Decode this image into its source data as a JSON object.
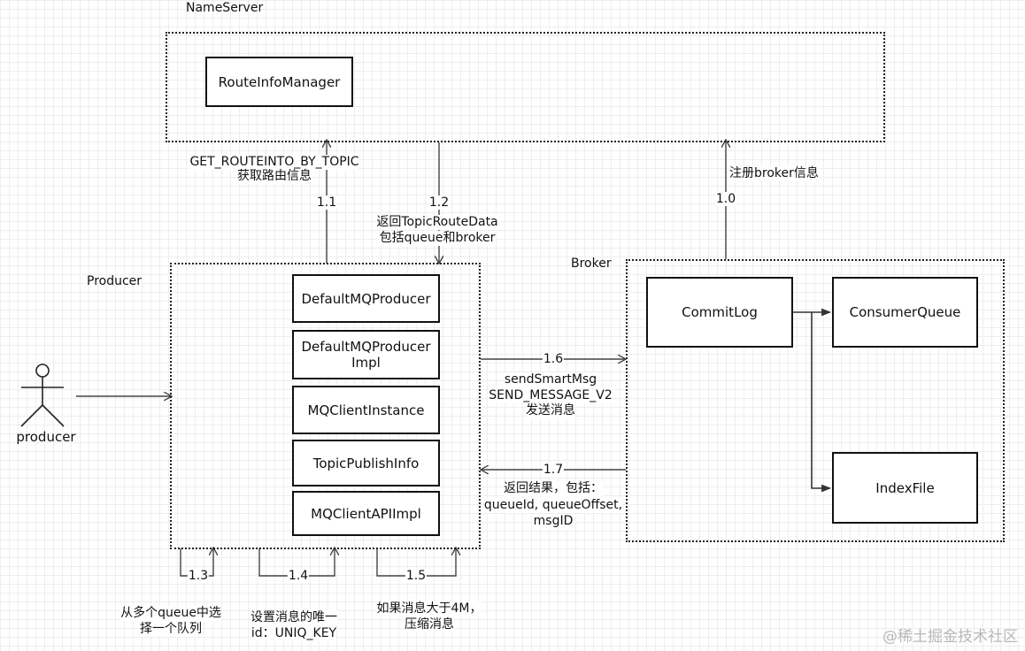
{
  "nameserver": {
    "title": "NameServer",
    "route_info_manager": "RouteInfoManager"
  },
  "producer": {
    "title": "Producer",
    "components": [
      "DefaultMQProducer",
      "DefaultMQProducer Impl",
      "MQClientInstance",
      "TopicPublishInfo",
      "MQClientAPIImpl"
    ]
  },
  "broker": {
    "title": "Broker",
    "commitlog": "CommitLog",
    "consumer_queue": "ConsumerQueue",
    "index_file": "IndexFile"
  },
  "actor": {
    "label": "producer"
  },
  "steps": {
    "s1_0": {
      "num": "1.0",
      "desc": "注册broker信息"
    },
    "s1_1": {
      "num": "1.1",
      "desc_line1": "GET_ROUTEINTO_BY_TOPIC",
      "desc_line2": "获取路由信息"
    },
    "s1_2": {
      "num": "1.2",
      "desc_line1": "返回TopicRouteData",
      "desc_line2": "包括queue和broker"
    },
    "s1_3": {
      "num": "1.3",
      "desc_line1": "从多个queue中选",
      "desc_line2": "择一个队列"
    },
    "s1_4": {
      "num": "1.4",
      "desc_line1": "设置消息的唯一",
      "desc_line2": "id：UNIQ_KEY"
    },
    "s1_5": {
      "num": "1.5",
      "desc_line1": "如果消息大于4M，",
      "desc_line2": "压缩消息"
    },
    "s1_6": {
      "num": "1.6",
      "desc_line1": "sendSmartMsg",
      "desc_line2": "SEND_MESSAGE_V2",
      "desc_line3": "发送消息"
    },
    "s1_7": {
      "num": "1.7",
      "desc_line1": "返回结果，包括：",
      "desc_line2": "queueId, queueOffset,",
      "desc_line3": "msgID"
    }
  },
  "watermark": "@稀土掘金技术社区"
}
